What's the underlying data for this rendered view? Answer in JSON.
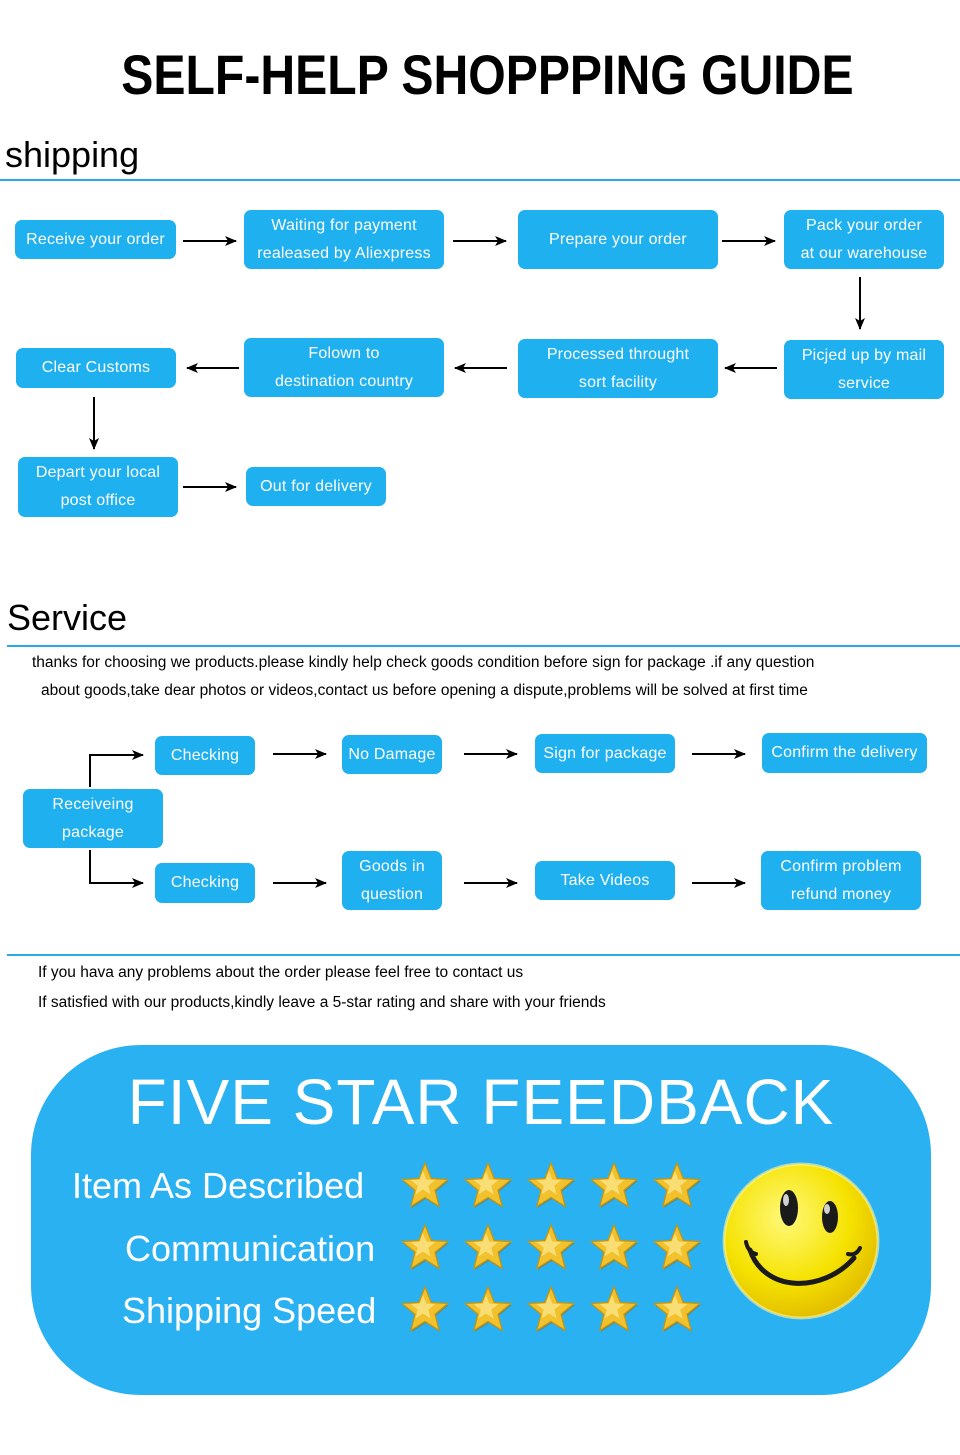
{
  "title": "SELF-HELP SHOPPPING GUIDE",
  "shipping": {
    "heading": "shipping",
    "steps": [
      [
        "Receive your order"
      ],
      [
        "Waiting for payment",
        "realeased by Aliexpress"
      ],
      [
        "Prepare your order"
      ],
      [
        "Pack your order",
        "at our warehouse"
      ],
      [
        "Picjed up by mail",
        "service"
      ],
      [
        "Processed throught",
        "sort facility"
      ],
      [
        "Folown to",
        "destination country"
      ],
      [
        "Clear Customs"
      ],
      [
        "Depart your local",
        "post office"
      ],
      [
        "Out for delivery"
      ]
    ]
  },
  "service": {
    "heading": "Service",
    "intro": [
      "thanks for choosing we products.please kindly help check goods condition before sign for package .if any question",
      "about goods,take dear photos or videos,contact us before opening a dispute,problems will be solved at first time"
    ],
    "start": [
      "Receiveing",
      "package"
    ],
    "top_branch": [
      [
        "Checking"
      ],
      [
        "No Damage"
      ],
      [
        "Sign for package"
      ],
      [
        "Confirm the delivery"
      ]
    ],
    "bottom_branch": [
      [
        "Checking"
      ],
      [
        "Goods in",
        "question"
      ],
      [
        "Take Videos"
      ],
      [
        "Confirm problem",
        "refund money"
      ]
    ]
  },
  "notes": [
    "If you hava any problems about the order please feel free to contact us",
    "If satisfied with our products,kindly leave a 5-star rating and share with your friends"
  ],
  "feedback": {
    "title": "FIVE STAR FEEDBACK",
    "ratings": [
      {
        "label": "Item As Described",
        "stars": 5
      },
      {
        "label": "Communication",
        "stars": 5
      },
      {
        "label": "Shipping Speed",
        "stars": 5
      }
    ]
  },
  "colors": {
    "box": "#1fb0ef",
    "panel": "#2ab1f2",
    "rule": "#2aa9e7",
    "star": "#f2c12e",
    "smiley": "#f5e200"
  },
  "icons": {
    "star": "star-icon",
    "smiley": "smiley-face-icon"
  }
}
